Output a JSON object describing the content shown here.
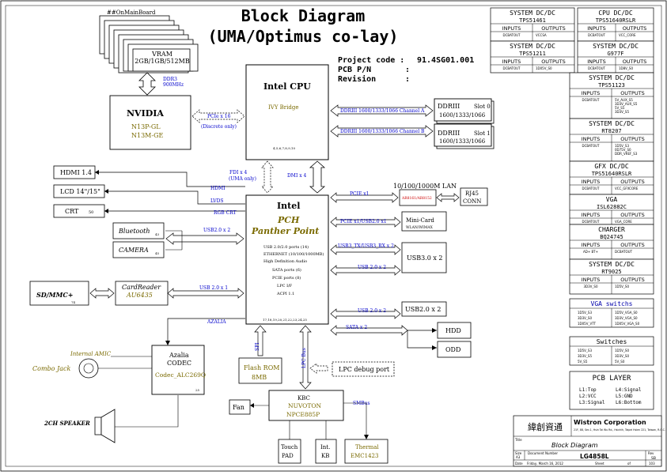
{
  "title": "Block Diagram",
  "subtitle": "(UMA/Optimus co-lay)",
  "project": {
    "code_label": "Project code :",
    "code_value": "91.4SG01.001",
    "pn_label": "PCB P/N",
    "pn_value": ":",
    "rev_label": "Revision",
    "rev_value": ":"
  },
  "on_main_board": "##OnMainBoard",
  "vram": {
    "title": "VRAM",
    "sizes": "2GB/1GB/512MB",
    "link": "DDR3",
    "freq": "900MHz"
  },
  "nvidia": {
    "title": "NVIDIA",
    "line1": "N13P-GL",
    "line2": "N13M-GE"
  },
  "pcie_x16": "PCIe x 16",
  "discrete_only": "(Discrete only)",
  "cpu": {
    "title": "Intel CPU",
    "sub": "IVY Bridge",
    "pins": "4,5,6,7,8,9,10"
  },
  "ddr_a": {
    "bus": "DDRIII 1600/1333/1066 Channel A",
    "name": "DDRIII",
    "slot": "Slot 0",
    "speed": "1600/1333/1066"
  },
  "ddr_b": {
    "bus": "DDRIII 1600/1333/1066 Channel B",
    "name": "DDRIII",
    "slot": "Slot 1",
    "speed": "1600/1333/1066"
  },
  "fdi": "FDI x 4",
  "uma_only": "(UMA only)",
  "dmi": "DMI x 4",
  "hdmi": {
    "name": "HDMI 1.4",
    "link": "HDMI"
  },
  "lcd": {
    "name": "LCD 14\"/15\"",
    "link": "LVDS"
  },
  "crt": {
    "name": "CRT",
    "page": "50",
    "link": "RGB CRT"
  },
  "pch": {
    "title": "Intel",
    "name1": "PCH",
    "name2": "Panther Point",
    "features": [
      "USB 2.0/2.0 ports (14)",
      "ETHERNET (10/100/1000MB)",
      "High Definition Audio",
      "SATA ports (6)",
      "PCIE ports (8)",
      "LPC I/F",
      "ACPI 1.1"
    ],
    "pins": "17,18,19,20,21,22,23,24,25"
  },
  "bluetooth": {
    "name": "Bluetooth"
  },
  "camera": {
    "name": "CAMERA"
  },
  "usb20x2_left": "USB2.0 x 2",
  "sdmmc": {
    "name": "SD/MMC+"
  },
  "cardreader": {
    "title": "CardReader",
    "chip": "AU6435",
    "link": "USB 2.0 x 1"
  },
  "lan": {
    "title": "10/100/1000M LAN",
    "chip": "AR8161/AR8152",
    "link": "PCIE x1"
  },
  "rj45": {
    "line1": "RJ45",
    "line2": "CONN"
  },
  "minicard": {
    "title": "Mini-Card",
    "sub": "WLAN/WIMAX",
    "link": "PCIE x1/USB2.0 x1"
  },
  "usb30": {
    "name": "USB3.0 x 2",
    "link1": "USB3_TX/USB3_RX x 2",
    "link2": "USB 2.0 x 2"
  },
  "usb20_right": {
    "name": "USB2.0 x 2",
    "link": "USB 2.0 x 2"
  },
  "sata": {
    "link": "SATA x 2",
    "hdd": "HDD",
    "odd": "ODD"
  },
  "azalia": {
    "link": "AZALIA",
    "title": "Azalia",
    "sub": "CODEC",
    "chip": "Codec_ALC269Q"
  },
  "internal_amic": "Internal AMIC",
  "combo_jack": "Combo Jack",
  "speaker": "2CH SPEAKER",
  "spi": "SPI",
  "flash": {
    "line1": "Flash ROM",
    "line2": "8MB"
  },
  "lpc_bus": "LPC Bus",
  "lpc_debug": "LPC debug port",
  "kbc": {
    "title": "KBC",
    "line1": "NUVOTON",
    "line2": "NPCE885P"
  },
  "fan": "Fan",
  "smbus": "SMBus",
  "touchpad": {
    "line1": "Touch",
    "line2": "PAD"
  },
  "intkb": {
    "line1": "Int.",
    "line2": "KB"
  },
  "thermal": {
    "line1": "Thermal",
    "line2": "EMC1423"
  },
  "power": [
    {
      "title": "SYSTEM DC/DC",
      "chip": "TPS51461",
      "in": "DCBATOUT",
      "out": "VCCSA"
    },
    {
      "title": "CPU DC/DC",
      "chip": "TPS51640RSLR",
      "in": "DCBATOUT",
      "out": "VCC_CORE"
    },
    {
      "title": "SYSTEM DC/DC",
      "chip": "TPS51211",
      "in": "DCBATOUT",
      "out": "1D05V_S0"
    },
    {
      "title": "SYSTEM DC/DC",
      "chip": "G977F",
      "in": "DCBATOUT",
      "out": "1D8V_S0"
    },
    {
      "title": "SYSTEM DC/DC",
      "chip": "TPS51123",
      "in": "DCBATOUT",
      "out": "5V_AUX_S5 3D3V_AUX_S5 5V_S5 3D3V_S5"
    },
    {
      "title": "SYSTEM DC/DC",
      "chip": "RT8207",
      "in": "DCBATOUT",
      "out": "1D5V_S3 0D75V_S0 DDR_VREF_S3"
    },
    {
      "title": "GFX DC/DC",
      "chip": "TPS51640RSLR",
      "in": "DCBATOUT",
      "out": "VCC_GFXCORE"
    },
    {
      "title": "VGA",
      "chip": "ISL62882C",
      "in": "DCBATOUT",
      "out": "VGA_CORE"
    },
    {
      "title": "CHARGER",
      "chip": "BQ24745",
      "in": "AD+ BT+",
      "out": "DCBATOUT"
    },
    {
      "title": "SYSTEM DC/DC",
      "chip": "RT9025",
      "in": "3D3V_S0",
      "out": "1D5V_S0"
    }
  ],
  "vga_switchs": {
    "title": "VGA switchs",
    "rows": [
      [
        "1D5V_S3",
        "1D5V_VGA_S0"
      ],
      [
        "3D3V_S0",
        "3D3V_VGA_S0"
      ],
      [
        "1D05V_VTT",
        "1D05V_VGA_S0"
      ]
    ]
  },
  "switches": {
    "title": "Switches",
    "rows": [
      [
        "1D5V_S3",
        "1D5V_S0"
      ],
      [
        "3D3V_S5",
        "3D3V_S0"
      ],
      [
        "5V_S5",
        "5V_S0"
      ]
    ]
  },
  "pcb_layer": {
    "title": "PCB LAYER",
    "layers": [
      "L1:Top",
      "L2:VCC",
      "L3:Signal",
      "L4:Signal",
      "L5:GND",
      "L6:Bottom"
    ]
  },
  "inputs_label": "INPUTS",
  "outputs_label": "OUTPUTS",
  "company": {
    "name": "Wistron Corporation",
    "addr": "21F, 88, Sec.1, Hsin Tai Wu Rd., Hsichih, Taipei Hsien 221, Taiwan, R.O.C."
  },
  "title_block": {
    "title_label": "Title",
    "doc_title": "Block Diagram",
    "size_label": "Size",
    "size": "A3",
    "docnum_label": "Document Number",
    "docnum": "LG4858L",
    "rev_label": "Rev",
    "rev": "SB",
    "date_label": "Date",
    "date": "Friday, March 16, 2012",
    "sheet_label": "Sheet",
    "sheet": "of",
    "total": "103"
  }
}
